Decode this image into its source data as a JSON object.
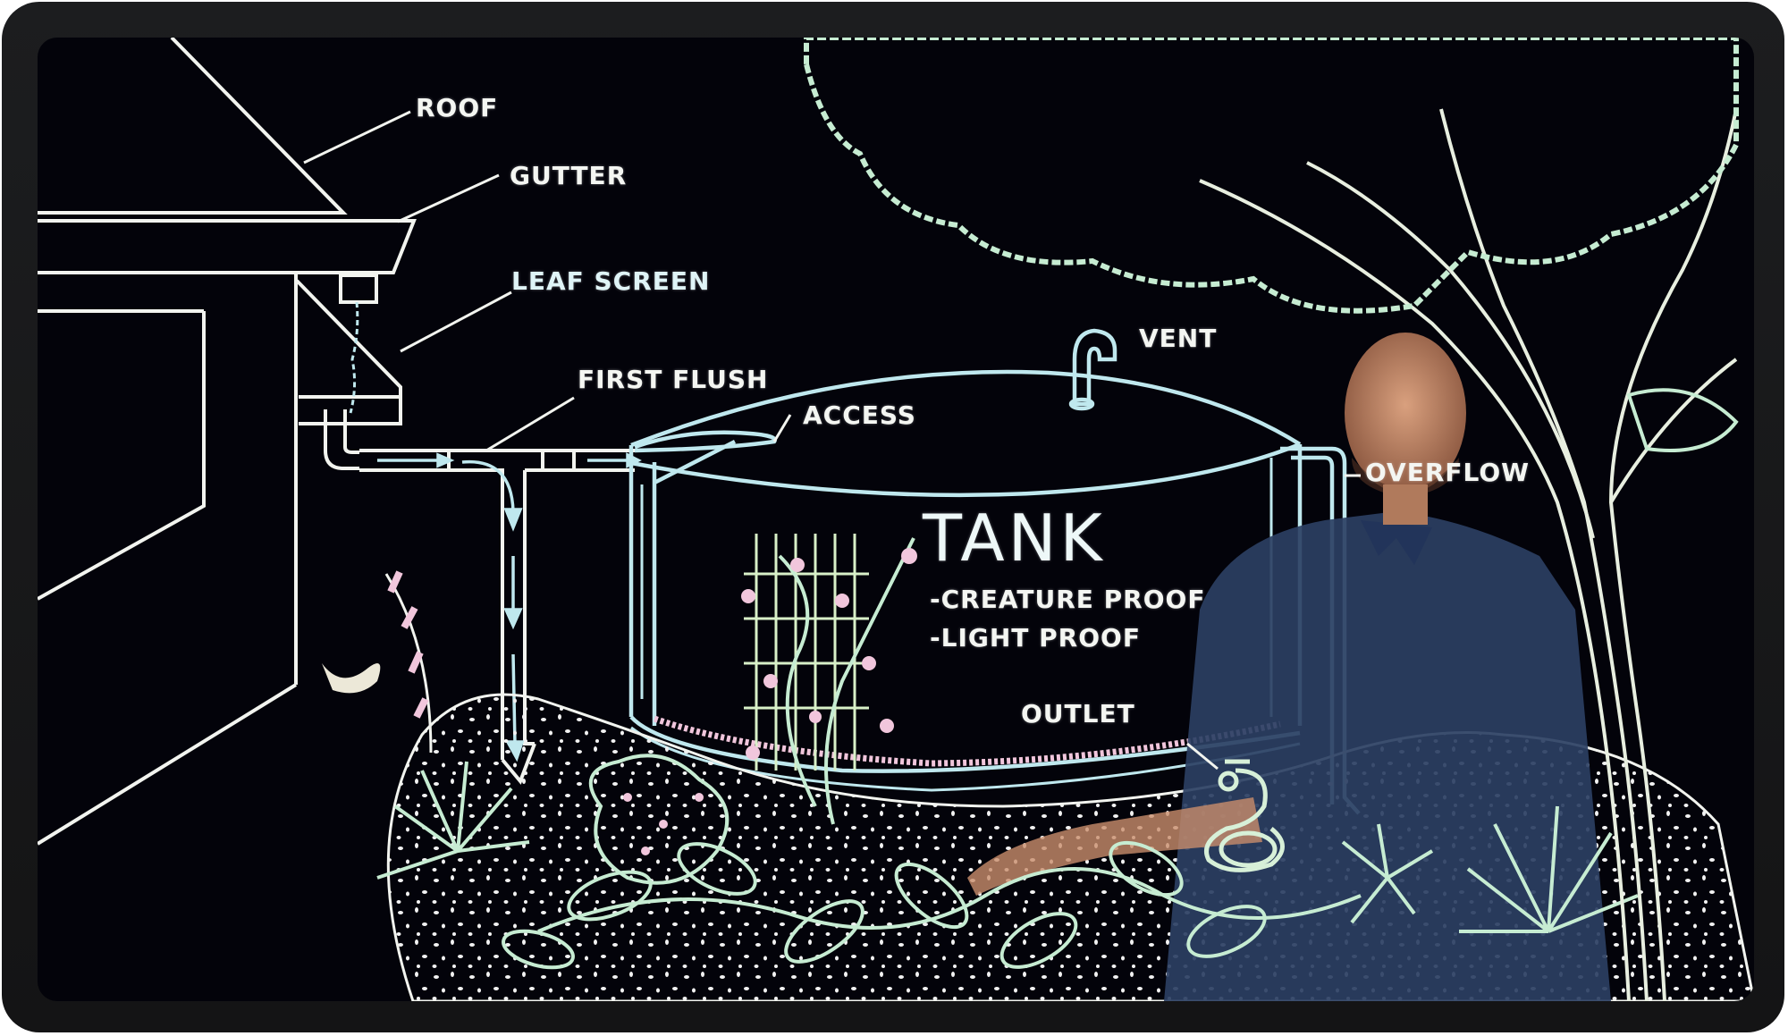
{
  "video": {
    "subject": "Rainwater harvesting tank system lightboard diagram with presenter",
    "colors": {
      "bezel": "#18191b",
      "background": "#03030a",
      "line_white": "#f2f4ef",
      "line_cyan": "#bfe8ee",
      "plant_green": "#c6ecd2",
      "flower_pink": "#f1c6dc",
      "shirt_blue": "#2b3f63"
    }
  },
  "labels": {
    "roof": "ROOF",
    "gutter": "GUTTER",
    "leaf_screen": "LEAF SCREEN",
    "first_flush": "FIRST FLUSH",
    "access": "ACCESS",
    "vent": "VENT",
    "overflow": "OVERFLOW",
    "outlet": "OUTLET",
    "tank_title": "TANK",
    "tank_features": [
      "-CREATURE PROOF",
      "-LIGHT PROOF"
    ]
  }
}
